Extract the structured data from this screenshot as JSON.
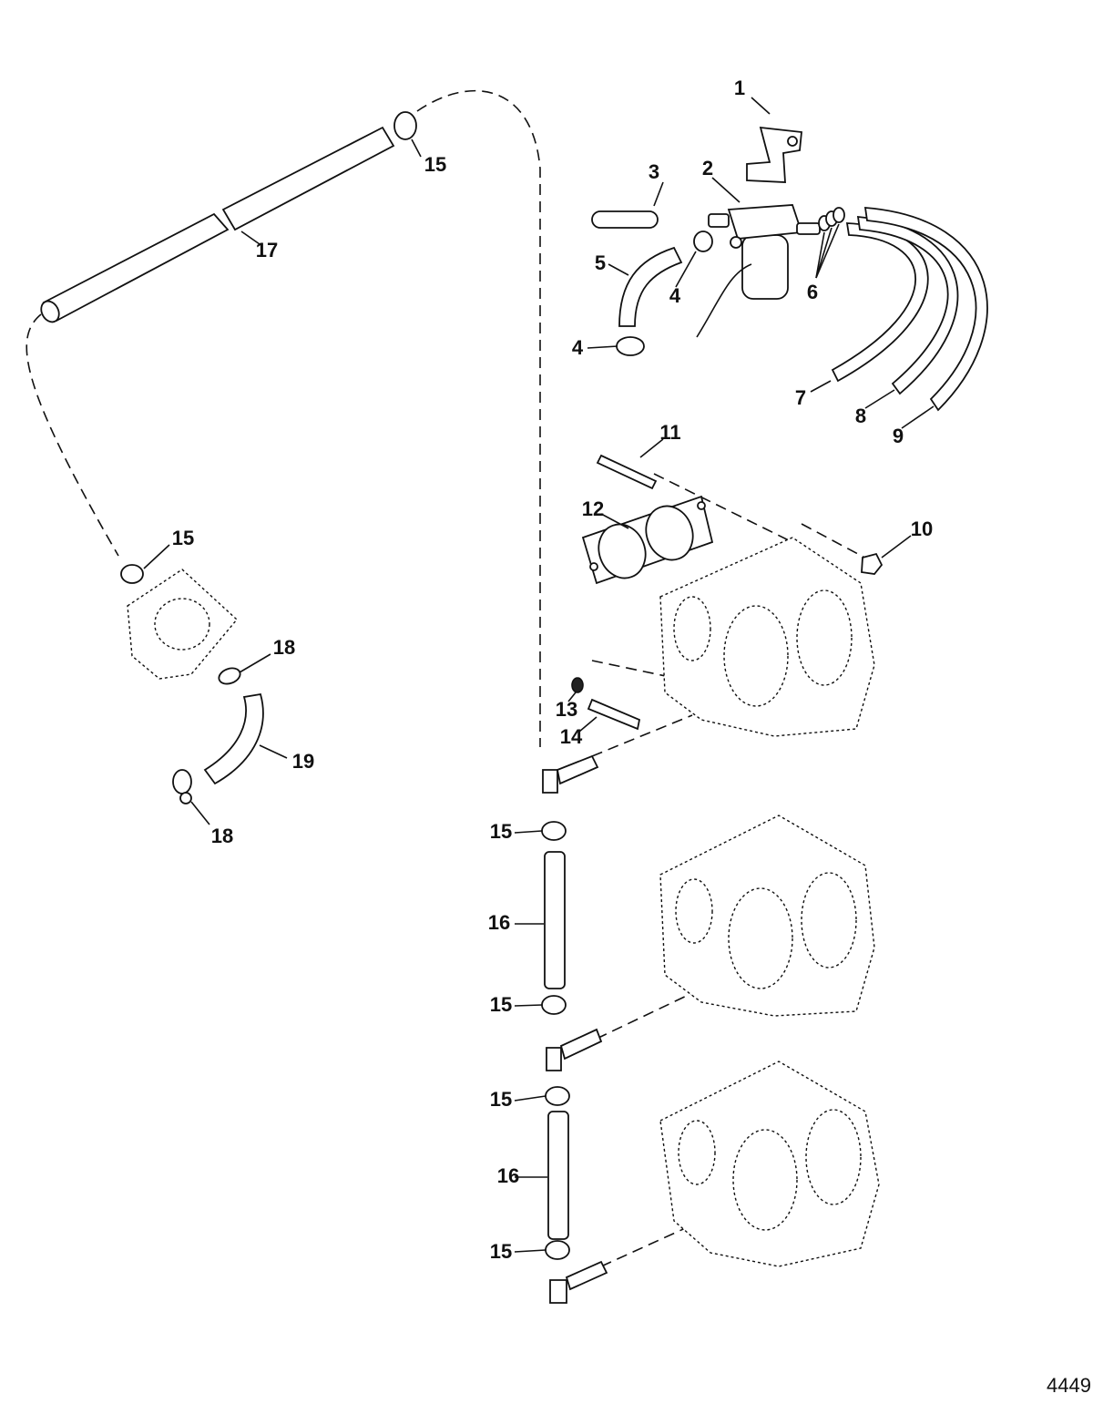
{
  "figure_number": "4449",
  "callouts": [
    {
      "label": "1"
    },
    {
      "label": "2"
    },
    {
      "label": "3"
    },
    {
      "label": "4"
    },
    {
      "label": "4"
    },
    {
      "label": "5"
    },
    {
      "label": "6"
    },
    {
      "label": "7"
    },
    {
      "label": "8"
    },
    {
      "label": "9"
    },
    {
      "label": "10"
    },
    {
      "label": "11"
    },
    {
      "label": "12"
    },
    {
      "label": "13"
    },
    {
      "label": "14"
    },
    {
      "label": "15"
    },
    {
      "label": "15"
    },
    {
      "label": "15"
    },
    {
      "label": "15"
    },
    {
      "label": "15"
    },
    {
      "label": "15"
    },
    {
      "label": "16"
    },
    {
      "label": "16"
    },
    {
      "label": "17"
    },
    {
      "label": "18"
    },
    {
      "label": "18"
    },
    {
      "label": "19"
    }
  ]
}
